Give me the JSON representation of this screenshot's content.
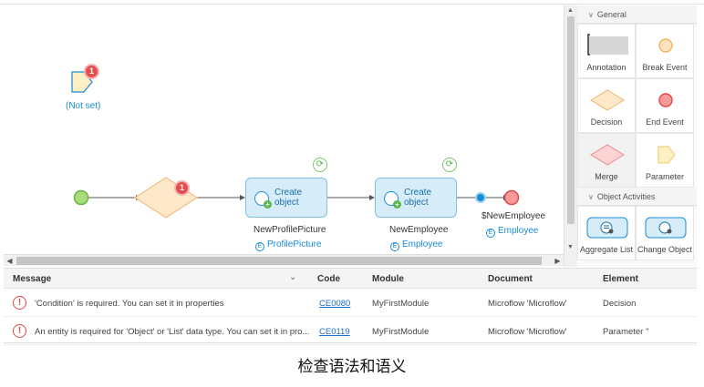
{
  "canvas": {
    "parameter_label": "(Not set)",
    "parameter_badge": "1",
    "decision_badge": "1",
    "activities": [
      {
        "label_line1": "Create",
        "label_line2": "object",
        "var_name": "NewProfilePicture",
        "entity": "ProfilePicture"
      },
      {
        "label_line1": "Create",
        "label_line2": "object",
        "var_name": "NewEmployee",
        "entity": "Employee"
      }
    ],
    "end_var_name": "$NewEmployee",
    "end_entity": "Employee",
    "entity_glyph": "E"
  },
  "toolbox": {
    "general_section": "General",
    "object_activities_section": "Object Activities",
    "items": [
      {
        "label": "Annotation"
      },
      {
        "label": "Break Event"
      },
      {
        "label": "Decision"
      },
      {
        "label": "End Event"
      },
      {
        "label": "Merge"
      },
      {
        "label": "Parameter"
      },
      {
        "label": "Aggregate List"
      },
      {
        "label": "Change Object"
      }
    ]
  },
  "errors": {
    "columns": {
      "message": "Message",
      "code": "Code",
      "module": "Module",
      "document": "Document",
      "element": "Element"
    },
    "rows": [
      {
        "message": "'Condition' is required. You can set it in properties",
        "code": "CE0080",
        "module": "MyFirstModule",
        "document": "Microflow 'Microflow'",
        "element": "Decision"
      },
      {
        "message": "An entity is required for 'Object' or 'List' data type. You can set it in pro...",
        "code": "CE0119",
        "module": "MyFirstModule",
        "document": "Microflow 'Microflow'",
        "element": "Parameter ''"
      }
    ]
  },
  "caption": "检查语法和语义",
  "colors": {
    "accent_blue": "#1a8bd6",
    "start_green": "#8fd35f",
    "end_red": "#f26b6b",
    "decision_fill": "#fde8c9",
    "error_red": "#e04848",
    "activity_fill": "#d6ecf8"
  }
}
